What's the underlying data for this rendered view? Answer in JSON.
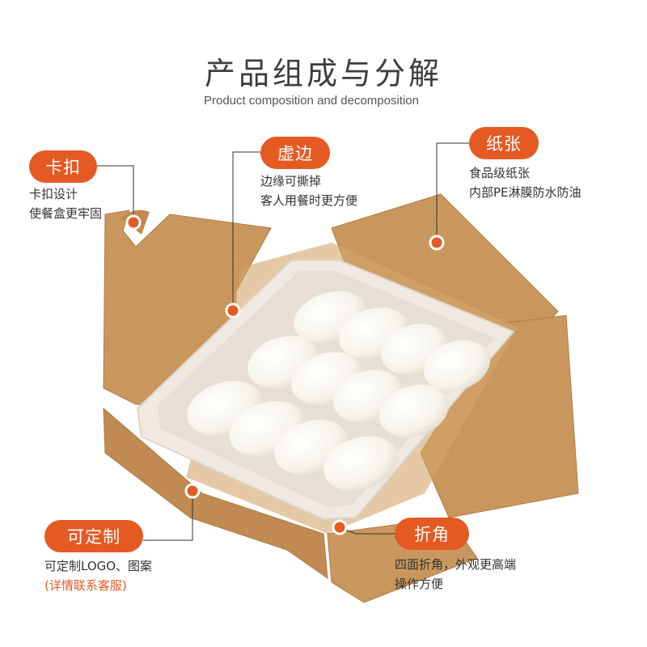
{
  "header": {
    "title": "产品组成与分解",
    "subtitle": "Product composition and decomposition"
  },
  "callouts": {
    "clasp": {
      "label": "卡扣",
      "lines": [
        "卡扣设计",
        "使餐盒更牢固"
      ]
    },
    "perforated_edge": {
      "label": "虚边",
      "lines": [
        "边缘可撕掉",
        "客人用餐时更方便"
      ]
    },
    "paper": {
      "label": "纸张",
      "lines": [
        "食品级纸张",
        "内部PE淋膜防水防油"
      ]
    },
    "customizable": {
      "label": "可定制",
      "lines": [
        "可定制LOGO、图案"
      ],
      "note": "(详情联系客服)"
    },
    "folded_corner": {
      "label": "折角",
      "lines": [
        "四面折角，外观更高端",
        "操作方便"
      ]
    }
  },
  "colors": {
    "accent": "#e45a22",
    "kraft": "#c9975e",
    "kraft_dark": "#b38048",
    "tray": "#f1ece6",
    "dumpling": "#fbfaf5",
    "text": "#333333"
  }
}
